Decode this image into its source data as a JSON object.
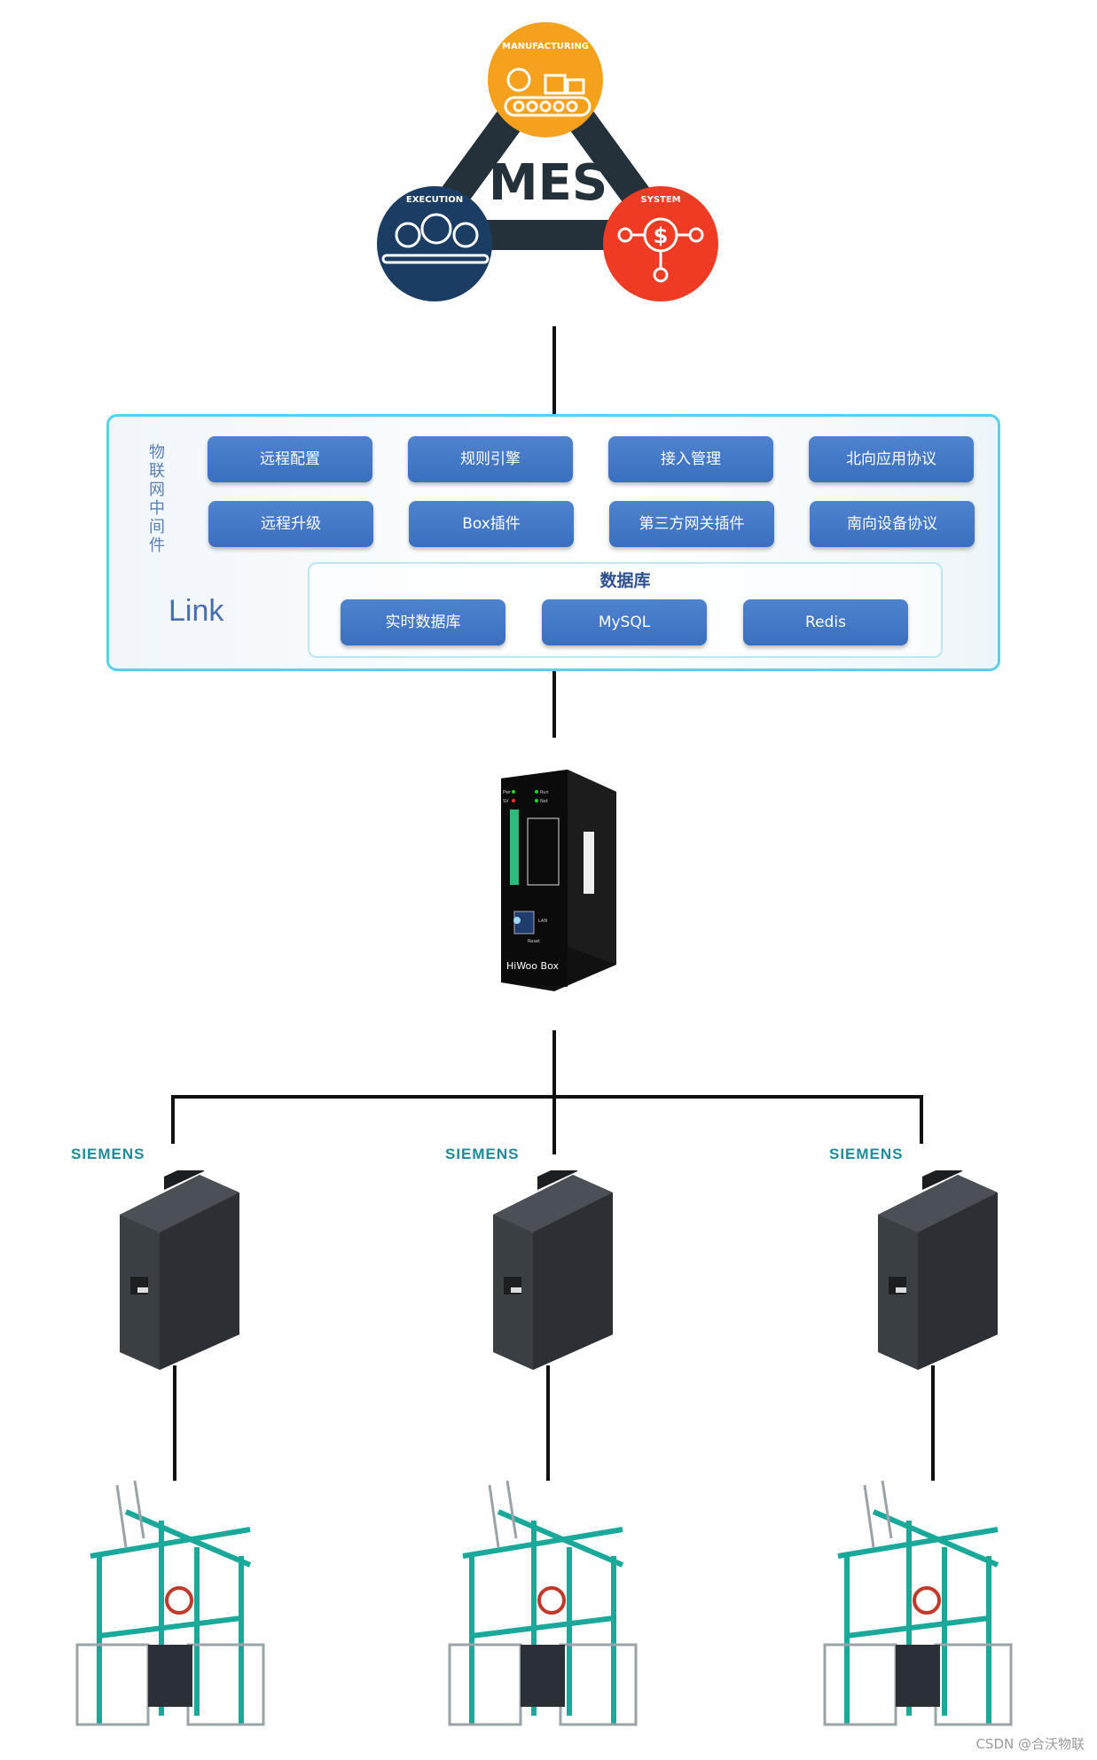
{
  "mes": {
    "title": "MES",
    "manufacturing": "MANUFACTURING",
    "execution": "EXECUTION",
    "system": "SYSTEM",
    "colors": {
      "manufacturing": "#f6a11e",
      "execution": "#1c3d63",
      "system": "#ef3b24",
      "triangle": "#24313a"
    }
  },
  "link": {
    "side_label": "物联网中间件",
    "name": "Link",
    "buttons_row1": [
      "远程配置",
      "规则引擎",
      "接入管理",
      "北向应用协议"
    ],
    "buttons_row2": [
      "远程升级",
      "Box插件",
      "第三方网关插件",
      "南向设备协议"
    ],
    "database": {
      "title": "数据库",
      "items": [
        "实时数据库",
        "MySQL",
        "Redis"
      ]
    },
    "colors": {
      "button": "#3f74c4",
      "border": "#5ad0ec"
    }
  },
  "gateway": {
    "label": "HiWoo Box",
    "pwr": "Pwr",
    "run": "Run",
    "sv": "SV",
    "net": "Net",
    "lan": "LAN",
    "reset": "Reset"
  },
  "plc": {
    "brand": [
      "SIEMENS",
      "SIEMENS",
      "SIEMENS"
    ]
  },
  "watermark": "CSDN @合沃物联"
}
